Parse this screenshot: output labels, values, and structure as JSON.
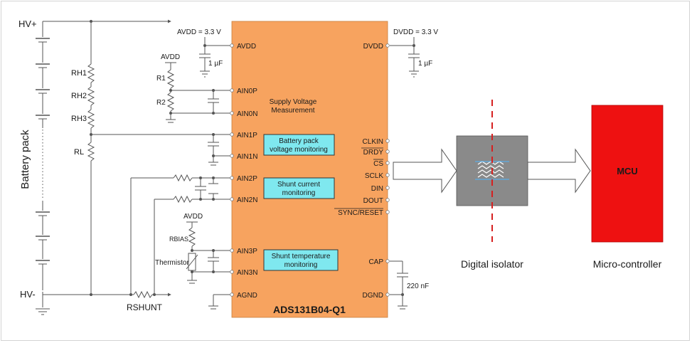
{
  "battery": {
    "label": "Battery pack",
    "hv_plus": "HV+",
    "hv_minus": "HV-"
  },
  "resistors": {
    "rh1": "RH1",
    "rh2": "RH2",
    "rh3": "RH3",
    "rl": "RL",
    "r1": "R1",
    "r2": "R2",
    "rbias": "RBIAS",
    "rshunt": "RSHUNT"
  },
  "chip": {
    "name": "ADS131B04-Q1",
    "avdd_label": "AVDD = 3.3 V",
    "dvdd_label": "DVDD = 3.3 V",
    "cap_left": "1 µF",
    "cap_right": "1 µF",
    "cap_bottom": "220 nF",
    "avdd_node_1": "AVDD",
    "avdd_node_2": "AVDD",
    "thermistor": "Thermistor",
    "supply_note_1": "Supply Voltage",
    "supply_note_2": "Measurement",
    "left_pins": [
      "AVDD",
      "AIN0P",
      "AIN0N",
      "AIN1P",
      "AIN1N",
      "AIN2P",
      "AIN2N",
      "AIN3P",
      "AIN3N",
      "AGND"
    ],
    "right_pins": [
      "DVDD",
      "CLKIN",
      "DRDY",
      "CS",
      "SCLK",
      "DIN",
      "DOUT",
      "SYNC/RESET",
      "CAP",
      "DGND"
    ],
    "boxes": [
      {
        "line1": "Battery pack",
        "line2": "voltage monitoring"
      },
      {
        "line1": "Shunt current",
        "line2": "monitoring"
      },
      {
        "line1": "Shunt temperature",
        "line2": "monitoring"
      }
    ]
  },
  "isolator": {
    "label": "Digital isolator"
  },
  "mcu": {
    "block": "MCU",
    "label": "Micro-controller"
  },
  "colors": {
    "chip": "#f7a35f",
    "box": "#7fe8ef",
    "isolator": "#8a8a8a",
    "mcu": "#ee1111",
    "dash": "#d62020"
  }
}
